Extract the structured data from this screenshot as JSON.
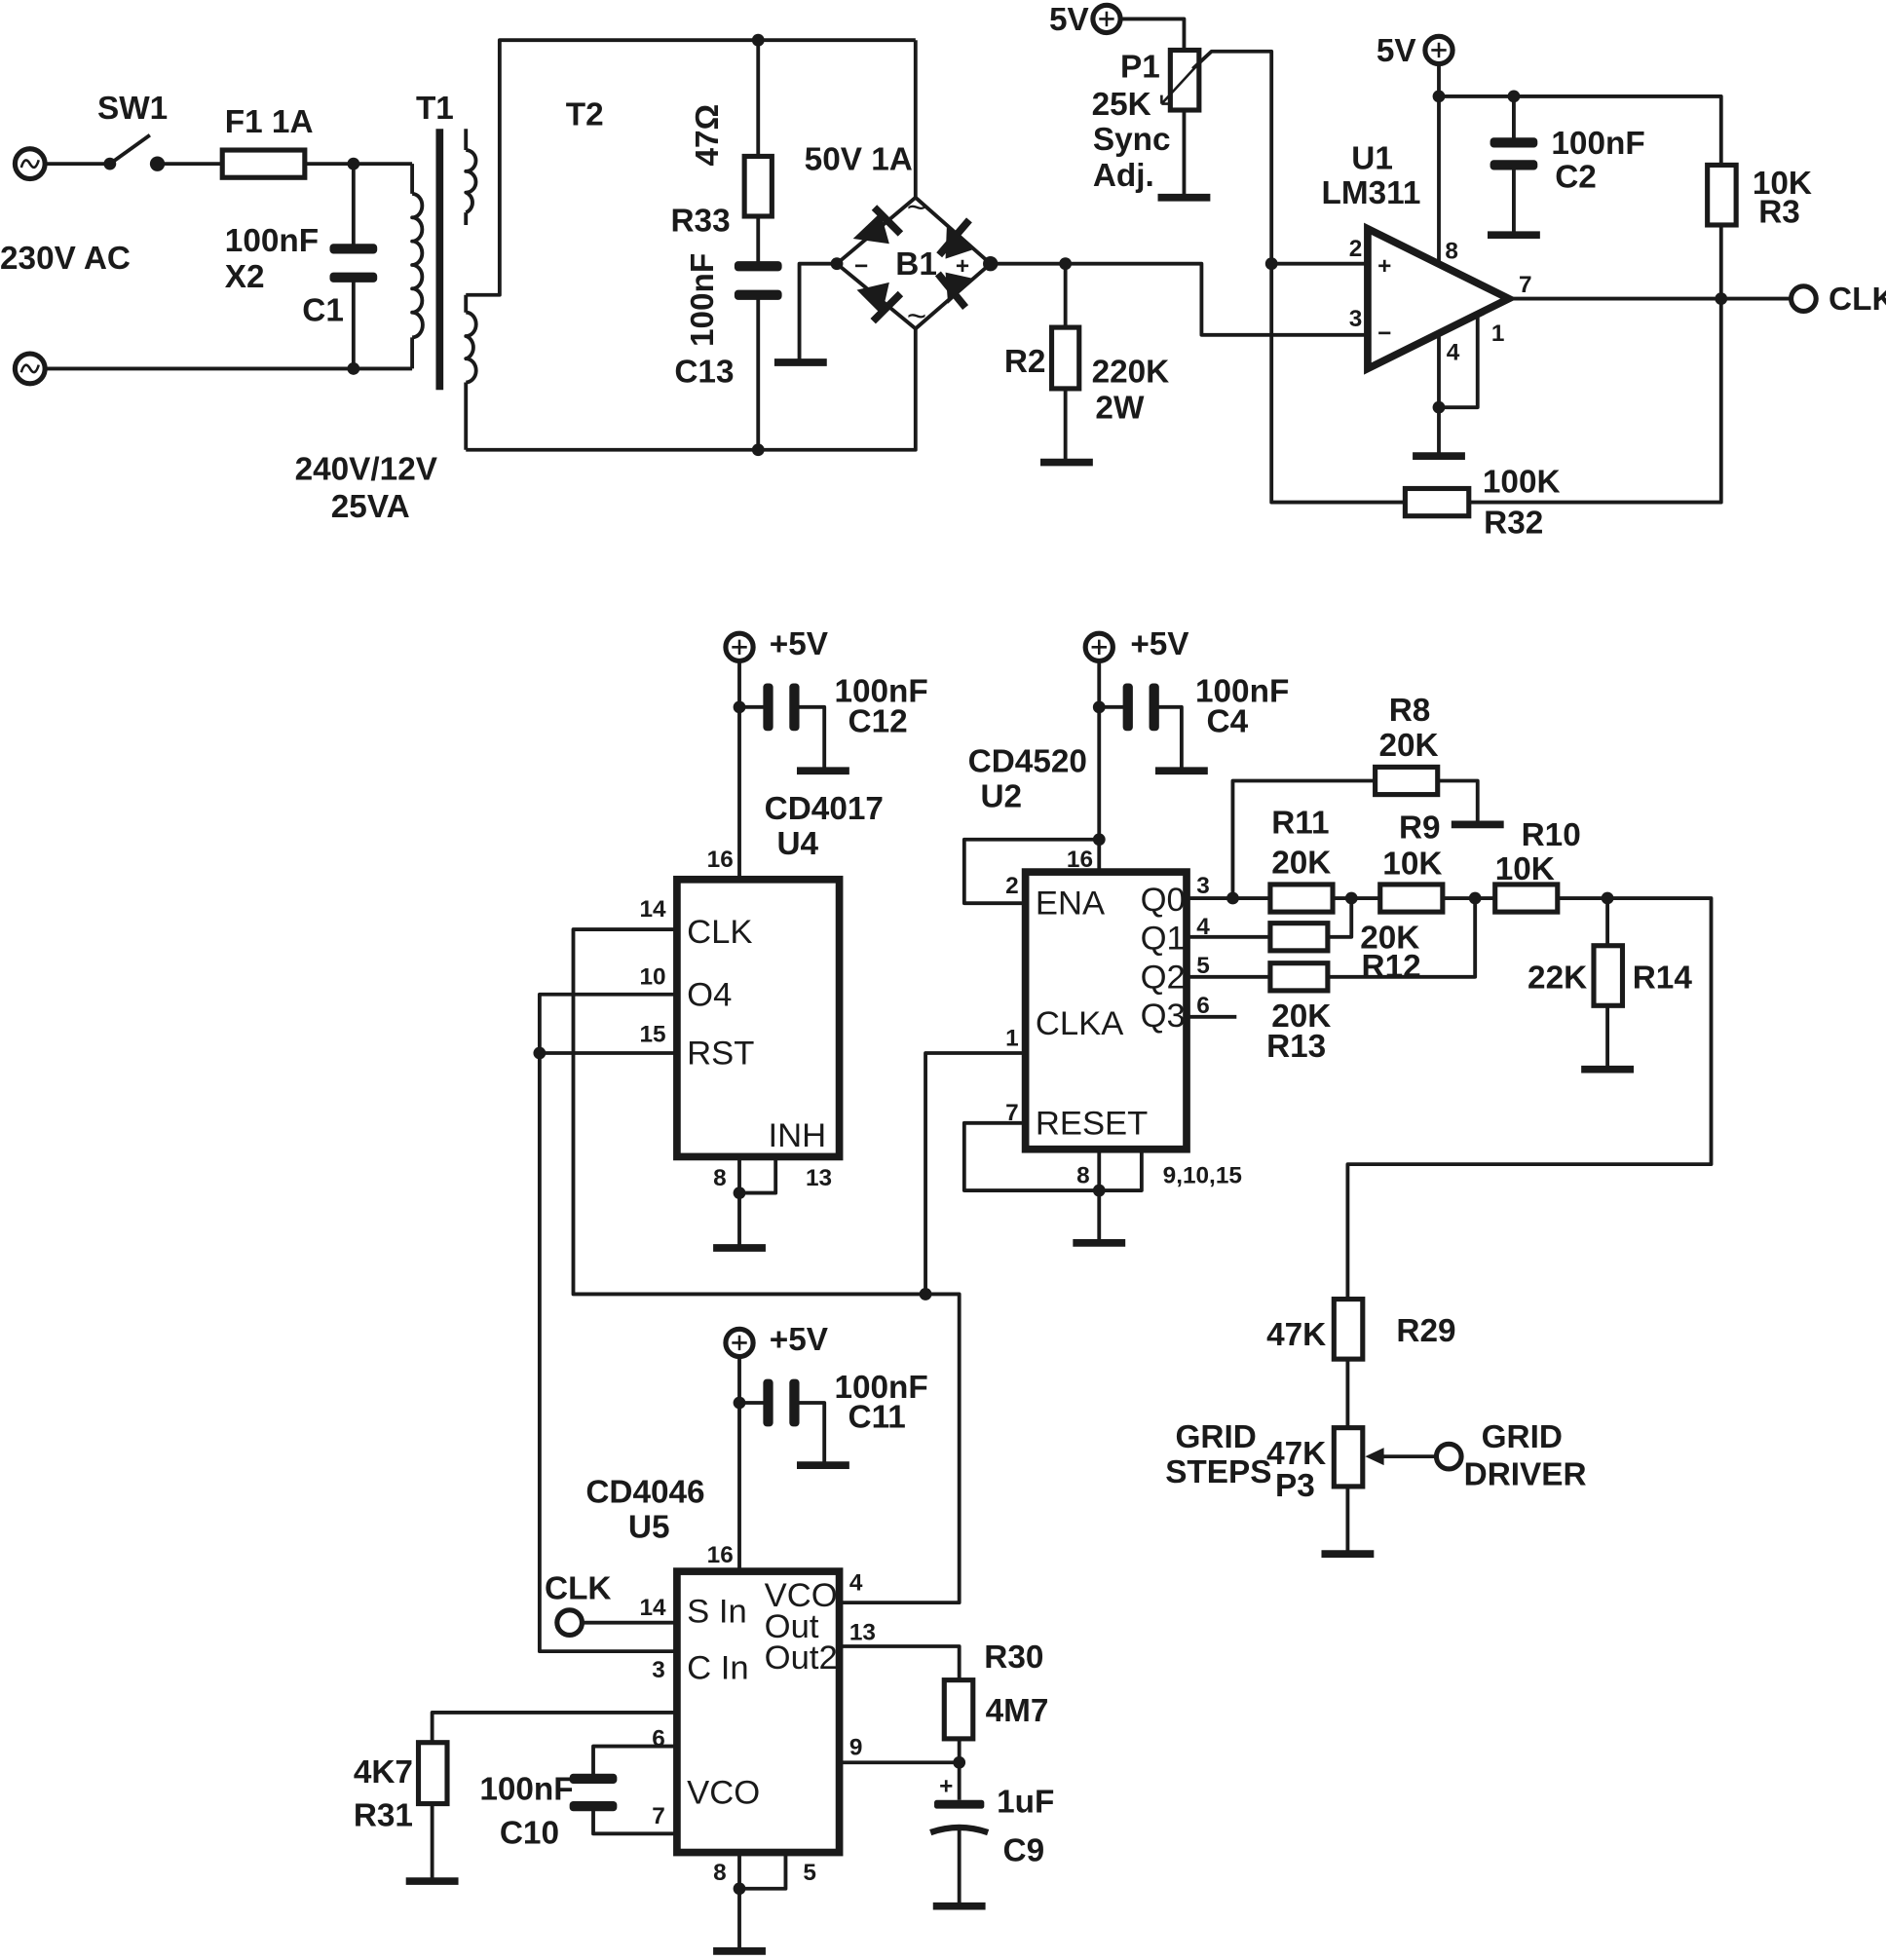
{
  "diagram": {
    "power_section": {
      "mains": "230V AC",
      "switch": "SW1",
      "fuse": "F1 1A",
      "c1_value": "100nF",
      "c1_class": "X2",
      "c1_ref": "C1",
      "t1_ref": "T1",
      "t2_ref": "T2",
      "transformer_rating_1": "240V/12V",
      "transformer_rating_2": "25VA",
      "r33_value": "47Ω",
      "r33_ref": "R33",
      "c13_value": "100nF",
      "c13_ref": "C13",
      "bridge_rating": "50V 1A",
      "bridge_ref": "B1",
      "bridge_ac_1": "~",
      "bridge_ac_2": "~",
      "bridge_minus": "−",
      "bridge_plus": "+",
      "r2_ref": "R2",
      "r2_value": "220K",
      "r2_power": "2W"
    },
    "comparator_section": {
      "supply_1": "5V",
      "supply_2": "5V",
      "p1_ref": "P1",
      "p1_value": "25K",
      "p1_label_1": "Sync",
      "p1_label_2": "Adj.",
      "u1_ref": "U1",
      "u1_part": "LM311",
      "c2_value": "100nF",
      "c2_ref": "C2",
      "r3_value": "10K",
      "r3_ref": "R3",
      "r32_value": "100K",
      "r32_ref": "R32",
      "output": "CLK",
      "pin_2": "2",
      "pin_3": "3",
      "pin_8": "8",
      "pin_7": "7",
      "pin_4": "4",
      "pin_1": "1",
      "plus": "+",
      "minus": "−"
    },
    "u4": {
      "supply": "+5V",
      "cap_value": "100nF",
      "cap_ref": "C12",
      "part": "CD4017",
      "ref": "U4",
      "pin_16": "16",
      "pin_14": "14",
      "pin_10": "10",
      "pin_15": "15",
      "pin_8": "8",
      "pin_13": "13",
      "clk": "CLK",
      "o4": "O4",
      "rst": "RST",
      "inh": "INH"
    },
    "u2": {
      "supply": "+5V",
      "cap_value": "100nF",
      "cap_ref": "C4",
      "part": "CD4520",
      "ref": "U2",
      "pin_16": "16",
      "pin_2": "2",
      "pin_1": "1",
      "pin_7": "7",
      "pin_8": "8",
      "pin_3": "3",
      "pin_4": "4",
      "pin_5": "5",
      "pin_6": "6",
      "pins_gnd": "9,10,15",
      "ena": "ENA",
      "clka": "CLKA",
      "reset": "RESET",
      "q0": "Q0",
      "q1": "Q1",
      "q2": "Q2",
      "q3": "Q3"
    },
    "dac": {
      "r8_ref": "R8",
      "r8_value": "20K",
      "r9_ref": "R9",
      "r9_value": "10K",
      "r10_ref": "R10",
      "r10_value": "10K",
      "r11_ref": "R11",
      "r11_value": "20K",
      "r12_value": "20K",
      "r12_ref": "R12",
      "r13_value": "20K",
      "r13_ref": "R13",
      "r14_value": "22K",
      "r14_ref": "R14",
      "r29_value": "47K",
      "r29_ref": "R29",
      "p3_value": "47K",
      "p3_ref": "P3",
      "grid_steps_1": "GRID",
      "grid_steps_2": "STEPS",
      "grid_driver_1": "GRID",
      "grid_driver_2": "DRIVER"
    },
    "u5": {
      "supply": "+5V",
      "cap_value": "100nF",
      "cap_ref": "C11",
      "part": "CD4046",
      "ref": "U5",
      "pin_16": "16",
      "pin_14": "14",
      "pin_3": "3",
      "pin_6": "6",
      "pin_7": "7",
      "pin_8": "8",
      "pin_5": "5",
      "pin_4": "4",
      "pin_13": "13",
      "pin_9": "9",
      "s_in": "S In",
      "c_in": "C In",
      "vco_out_1": "VCO",
      "vco_out_2": "Out",
      "out2": "Out2",
      "vco": "VCO",
      "input": "CLK",
      "r31_value": "4K7",
      "r31_ref": "R31",
      "c10_value": "100nF",
      "c10_ref": "C10",
      "r30_ref": "R30",
      "r30_value": "4M7",
      "c9_value": "1uF",
      "c9_ref": "C9",
      "c9_polarity": "+"
    }
  }
}
